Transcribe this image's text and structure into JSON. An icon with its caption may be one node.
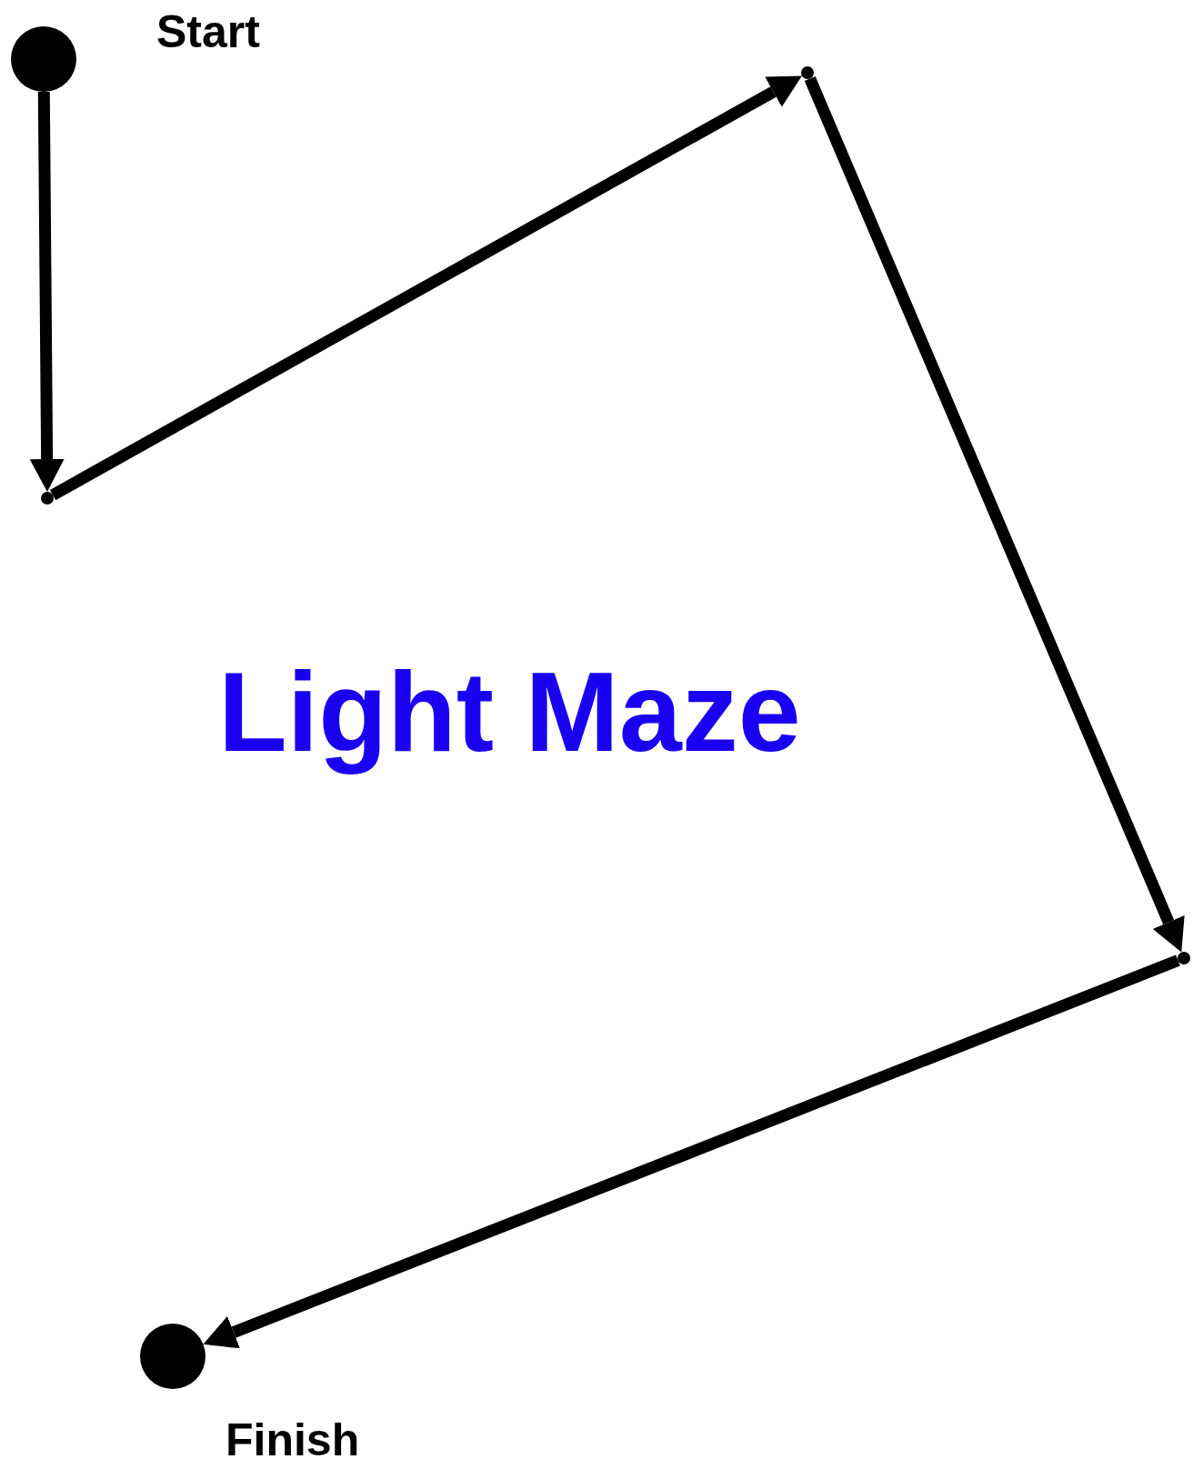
{
  "diagram": {
    "title": "Light Maze",
    "nodes": [
      {
        "text": [],
        "shape": "circle",
        "beside": [
          "Start"
        ]
      },
      {
        "text": [],
        "shape": "circle",
        "beside": [
          "Finish"
        ]
      },
      {
        "text": [],
        "shape": "point"
      },
      {
        "text": [],
        "shape": "point"
      },
      {
        "text": [],
        "shape": "point"
      }
    ],
    "edges": [
      {
        "from": 0,
        "to": 2,
        "arrow": "to"
      },
      {
        "from": 2,
        "to": 3,
        "arrow": "to"
      },
      {
        "from": 3,
        "to": 4,
        "arrow": "to"
      },
      {
        "from": 4,
        "to": 1,
        "arrow": "to"
      }
    ]
  }
}
